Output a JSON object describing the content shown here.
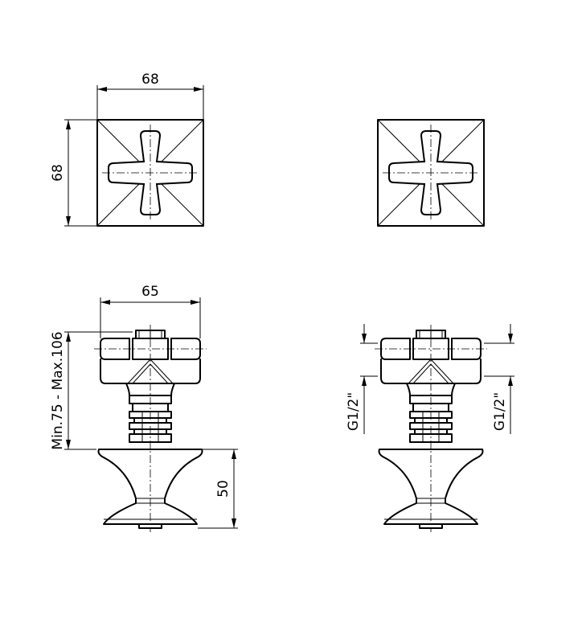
{
  "top_left_view": {
    "width_label": "68",
    "height_label": "68"
  },
  "bottom_left_view": {
    "width_label": "65",
    "range_label": "Min.75 - Max.106",
    "height_label": "50"
  },
  "bottom_right_view": {
    "thread_left_label": "G1/2\"",
    "thread_right_label": "G1/2\""
  }
}
